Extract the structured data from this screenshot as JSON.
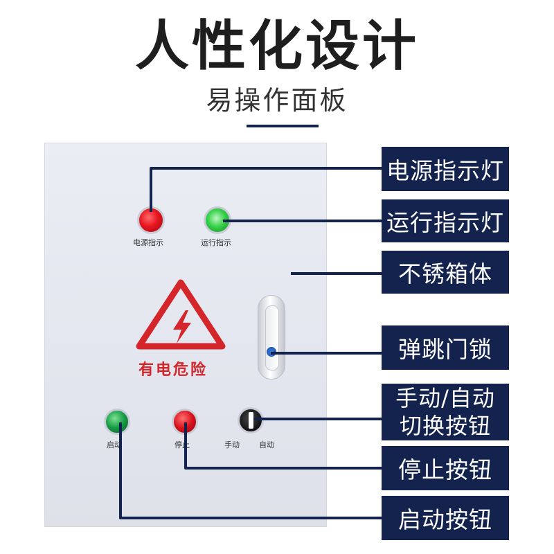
{
  "header": {
    "title": "人性化设计",
    "subtitle": "易操作面板",
    "accent_color": "#13234e"
  },
  "panel": {
    "indicator_labels": [
      "电源指示",
      "运行指示"
    ],
    "warning_sign_icon": "high-voltage-warning-icon",
    "warning_text": "有电危险",
    "button_labels": {
      "start": "启动",
      "stop": "停止",
      "manual": "手动",
      "auto": "自动"
    },
    "colors": {
      "power_light": "#e8151f",
      "run_light": "#37d24a",
      "start_button": "#159a44",
      "stop_button": "#d8111c",
      "warning": "#d4262a"
    }
  },
  "callouts": [
    {
      "label": "电源指示灯"
    },
    {
      "label": "运行指示灯"
    },
    {
      "label": "不锈箱体"
    },
    {
      "label": "弹跳门锁"
    },
    {
      "label_line1": "手动/自动",
      "label_line2": "切换按钮"
    },
    {
      "label": "停止按钮"
    },
    {
      "label": "启动按钮"
    }
  ]
}
